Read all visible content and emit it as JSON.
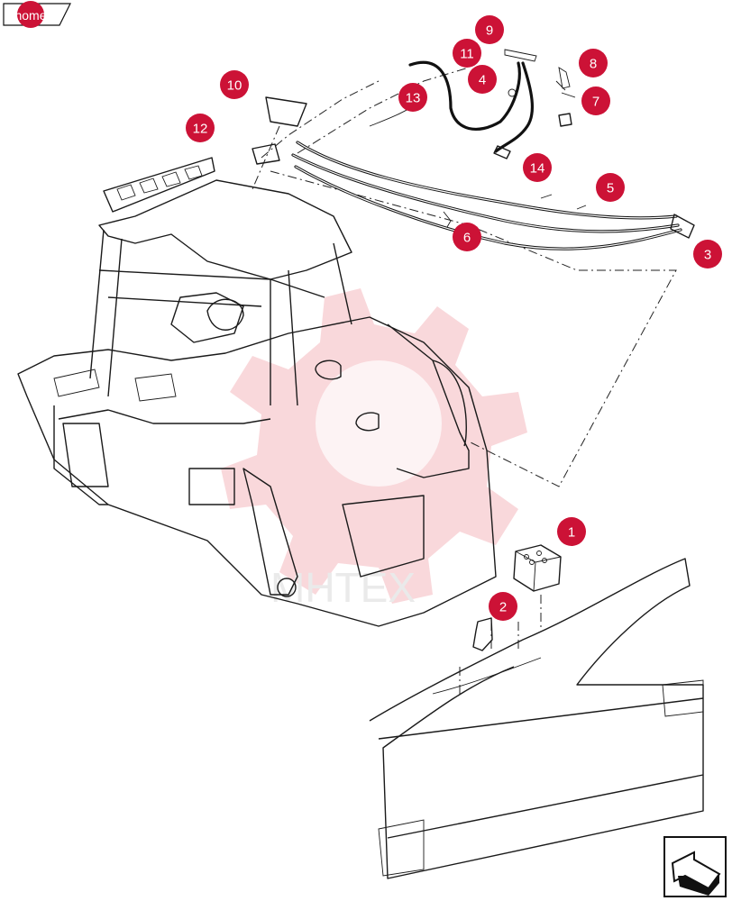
{
  "nav": {
    "home_label": "home"
  },
  "watermark": {
    "text": "MHTEX"
  },
  "callouts": [
    {
      "id": "callout-1",
      "label": "1"
    },
    {
      "id": "callout-2",
      "label": "2"
    },
    {
      "id": "callout-3",
      "label": "3"
    },
    {
      "id": "callout-4",
      "label": "4"
    },
    {
      "id": "callout-5",
      "label": "5"
    },
    {
      "id": "callout-6",
      "label": "6"
    },
    {
      "id": "callout-7",
      "label": "7"
    },
    {
      "id": "callout-8",
      "label": "8"
    },
    {
      "id": "callout-9",
      "label": "9"
    },
    {
      "id": "callout-10",
      "label": "10"
    },
    {
      "id": "callout-11",
      "label": "11"
    },
    {
      "id": "callout-12",
      "label": "12"
    },
    {
      "id": "callout-13",
      "label": "13"
    },
    {
      "id": "callout-14",
      "label": "14"
    }
  ],
  "colors": {
    "callout": "#cc1236",
    "watermark": "#f6c3c8"
  },
  "icons": {
    "next_page": "next-page-arrow-icon"
  }
}
